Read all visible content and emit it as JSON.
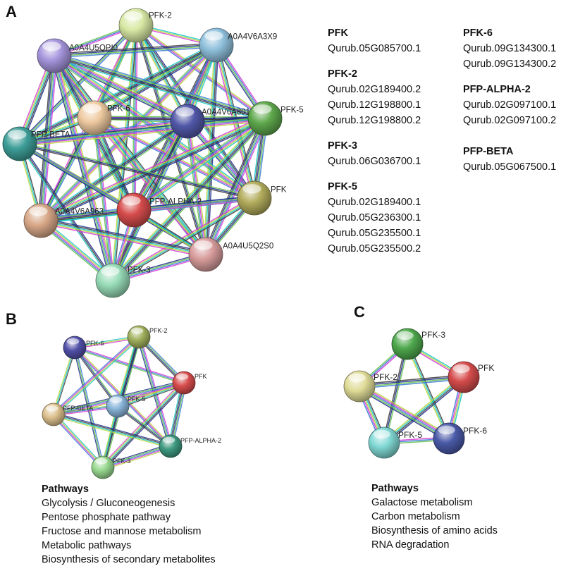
{
  "panels": {
    "a": {
      "letter": "A",
      "nodes": [
        {
          "id": "PFK-2",
          "label": "PFK-2",
          "color": "#d8e8a4"
        },
        {
          "id": "A0A4V6A3X9",
          "label": "A0A4V6A3X9",
          "color": "#8fc0dc"
        },
        {
          "id": "A0A4U5QPI0",
          "label": "A0A4U5QPI0",
          "color": "#a595dc"
        },
        {
          "id": "PFK-6",
          "label": "PFK-6",
          "color": "#eec9a0"
        },
        {
          "id": "A0A4V6A801",
          "label": "A0A4V6A801",
          "color": "#5158a8"
        },
        {
          "id": "PFK-5",
          "label": "PFK-5",
          "color": "#5ea84c"
        },
        {
          "id": "PFP-BETA",
          "label": "PFP-BETA",
          "color": "#3e9e98"
        },
        {
          "id": "PFK",
          "label": "PFK",
          "color": "#b2ac5c"
        },
        {
          "id": "A0A4V6A963",
          "label": "A0A4V6A963",
          "color": "#d8a888"
        },
        {
          "id": "PFP-ALPHA-2",
          "label": "PFP-ALPHA-2",
          "color": "#d64c4c"
        },
        {
          "id": "A0A4U5Q2S0",
          "label": "A0A4U5Q2S0",
          "color": "#d89c9c"
        },
        {
          "id": "PFK-3",
          "label": "PFK-3",
          "color": "#98dcb8"
        }
      ]
    },
    "b": {
      "letter": "B",
      "nodes": [
        {
          "id": "PFK-6",
          "label": "PFK-6",
          "color": "#5250a8"
        },
        {
          "id": "PFK-2",
          "label": "PFK-2",
          "color": "#a0b05c"
        },
        {
          "id": "PFK",
          "label": "PFK",
          "color": "#d84c4c"
        },
        {
          "id": "PFK-5",
          "label": "PFK-5",
          "color": "#88b4d8"
        },
        {
          "id": "PFP-BETA",
          "label": "PFP-BETA",
          "color": "#dcc08c"
        },
        {
          "id": "PFP-ALPHA-2",
          "label": "PFP-ALPHA-2",
          "color": "#3e9a80"
        },
        {
          "id": "PFK-3",
          "label": "PFK-3",
          "color": "#98d890"
        }
      ],
      "pathways_title": "Pathways",
      "pathways": [
        "Glycolysis / Gluconeogenesis",
        "Pentose phosphate pathway",
        "Fructose and mannose metabolism",
        "Metabolic pathways",
        "Biosynthesis of secondary metabolites"
      ]
    },
    "c": {
      "letter": "C",
      "nodes": [
        {
          "id": "PFK-3",
          "label": "PFK-3",
          "color": "#4ea84c"
        },
        {
          "id": "PFK",
          "label": "PFK",
          "color": "#d64c4c"
        },
        {
          "id": "PFK-2",
          "label": "PFK-2",
          "color": "#e0dc98"
        },
        {
          "id": "PFK-5",
          "label": "PFK-5",
          "color": "#80d8d4"
        },
        {
          "id": "PFK-6",
          "label": "PFK-6",
          "color": "#4a5aa8"
        }
      ],
      "pathways_title": "Pathways",
      "pathways": [
        "Galactose metabolism",
        "Carbon metabolism",
        "Biosynthesis of amino acids",
        "RNA degradation"
      ]
    }
  },
  "genes": {
    "col1": [
      {
        "name": "PFK",
        "ids": [
          "Qurub.05G085700.1"
        ]
      },
      {
        "name": "PFK-2",
        "ids": [
          "Qurub.02G189400.2",
          "Qurub.12G198800.1",
          "Qurub.12G198800.2"
        ]
      },
      {
        "name": "PFK-3",
        "ids": [
          "Qurub.06G036700.1"
        ]
      },
      {
        "name": "PFK-5",
        "ids": [
          "Qurub.02G189400.1",
          "Qurub.05G236300.1",
          "Qurub.05G235500.1",
          "Qurub.05G235500.2"
        ]
      }
    ],
    "col2": [
      {
        "name": "PFK-6",
        "ids": [
          "Qurub.09G134300.1",
          "Qurub.09G134300.2"
        ]
      },
      {
        "name": "PFP-ALPHA-2",
        "ids": [
          "Qurub.02G097100.1",
          "Qurub.02G097100.2"
        ]
      },
      {
        "name": "PFP-BETA",
        "ids": [
          "Qurub.05G067500.1"
        ]
      }
    ]
  },
  "edge_colors": [
    "#1f2a8a",
    "#3c3c3c",
    "#17c4c4",
    "#b6d63a",
    "#d63ad6",
    "#3a78d6",
    "#63c24a"
  ]
}
